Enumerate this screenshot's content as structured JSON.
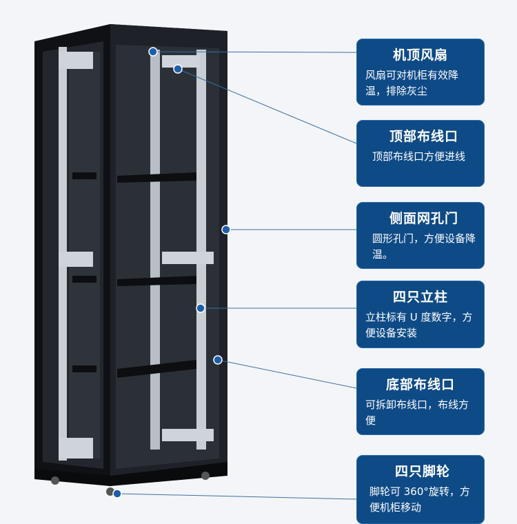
{
  "callouts": [
    {
      "title": "机顶风扇",
      "desc": "风扇可对机柜有效降温，排除灰尘"
    },
    {
      "title": "顶部布线口",
      "desc": "顶部布线口方便进线"
    },
    {
      "title": "侧面网孔门",
      "desc": "圆形孔门，方便设备降温。"
    },
    {
      "title": "四只立柱",
      "desc": "立柱标有 U 度数字，方便设备安装"
    },
    {
      "title": "底部布线口",
      "desc": "可拆卸布线口，布线方便"
    },
    {
      "title": "四只脚轮",
      "desc": "脚轮可 360°旋转，方便机柜移动"
    }
  ],
  "colors": {
    "box": "#0e4a86",
    "line": "#3a6fa5",
    "dot": "#1d5fa8",
    "background": "#f3f5f8"
  }
}
